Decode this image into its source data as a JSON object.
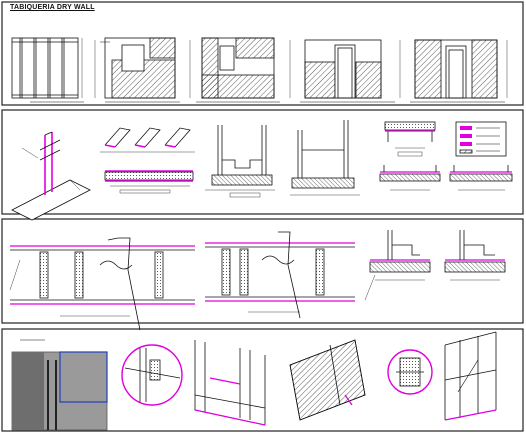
{
  "sheet": {
    "title": "TABIQUERIA DRY WALL",
    "colors": {
      "line": "#111111",
      "accent": "#e000e0",
      "hatch": "#333333",
      "background": "#ffffff",
      "band_border": "#222222"
    },
    "bands": [
      {
        "name": "wall-elevations",
        "title_visible": true,
        "drawing_count": 5
      },
      {
        "name": "section-details",
        "title_visible": false,
        "drawing_count": 8
      },
      {
        "name": "joint-details",
        "title_visible": false,
        "drawing_count": 4
      },
      {
        "name": "isometric-details",
        "title_visible": false,
        "drawing_count": 6
      }
    ]
  }
}
